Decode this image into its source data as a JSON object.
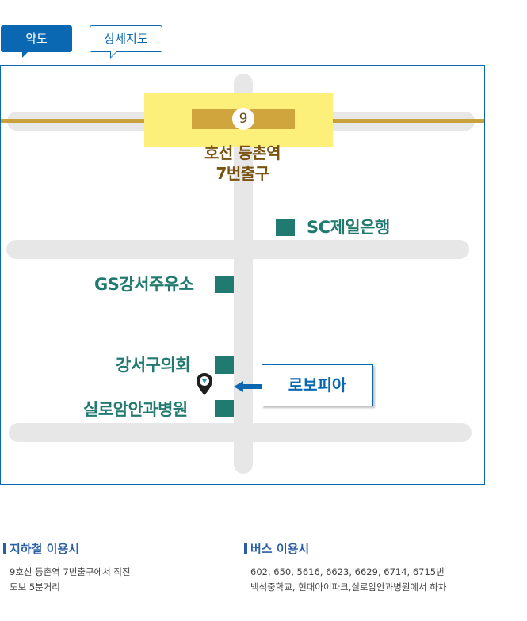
{
  "tabs": {
    "simple_map": "약도",
    "detail_map": "상세지도"
  },
  "map": {
    "line_number": "9",
    "station_line1": "호선 등촌역",
    "station_line2": "7번출구",
    "landmarks": {
      "sc_bank": "SC제일은행",
      "gs_station": "GS강서주유소",
      "gangseo_council": "강서구의회",
      "silo_hospital": "실로암안과병원"
    },
    "destination": "로보피아"
  },
  "info": {
    "subway": {
      "title": "지하철 이용시",
      "line1": "9호선 등촌역 7번출구에서  직진",
      "line2": "도보 5분거리"
    },
    "bus": {
      "title": "버스 이용시",
      "line1": "602, 650, 5616, 6623, 6629, 6714, 6715번",
      "line2": "백석중학교, 현대아이파크,실로암안과병원에서 하차"
    }
  },
  "colors": {
    "accent_blue": "#0a68b2",
    "landmark_green": "#217a6f",
    "station_yellow": "#fdf07a",
    "rail_gold": "#c9a13b"
  }
}
